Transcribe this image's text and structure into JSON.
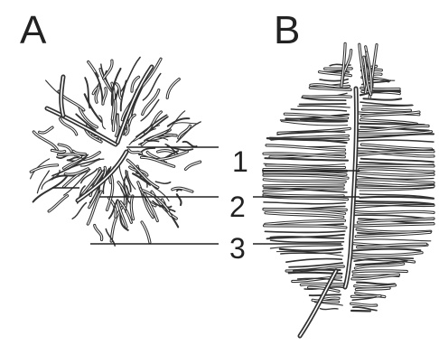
{
  "panels": [
    {
      "letter": "A"
    },
    {
      "letter": "B"
    }
  ],
  "callouts": [
    {
      "label": "1"
    },
    {
      "label": "2"
    },
    {
      "label": "3"
    }
  ],
  "colors": {
    "ink": "#333333",
    "background": "#ffffff"
  }
}
